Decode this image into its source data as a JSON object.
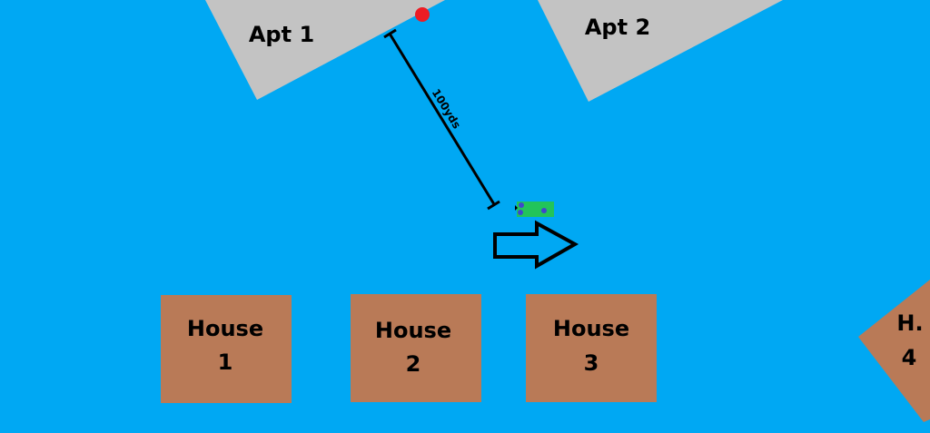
{
  "buildings": {
    "apt1": "Apt 1",
    "apt2": "Apt 2",
    "house1": [
      "House",
      "1"
    ],
    "house2": [
      "House",
      "2"
    ],
    "house3": [
      "House",
      "3"
    ],
    "house4": [
      "H.",
      "4"
    ]
  },
  "measure_label": "100yds",
  "colors": {
    "water": "#00a8f3",
    "apartment": "#c3c3c3",
    "house": "#b97a57",
    "marker": "#ed1c24",
    "vehicle": "#22c45a"
  }
}
